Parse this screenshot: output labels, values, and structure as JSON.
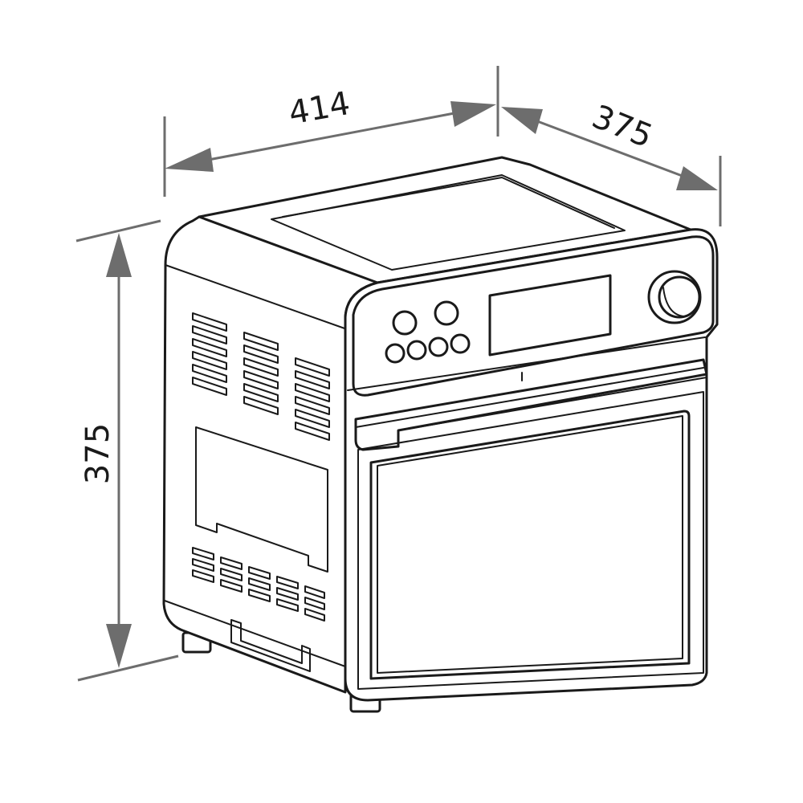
{
  "diagram": {
    "dimensions": {
      "width_label": "414",
      "depth_label": "375",
      "height_label": "375"
    },
    "colors": {
      "outline": "#1a1a1a",
      "dimension": "#6d6d6d",
      "background": "#ffffff"
    },
    "front_panel": {
      "button_count": 6,
      "has_display": true,
      "has_knob": true
    },
    "side_vents": {
      "upper_groups": 3,
      "lower_groups": 5
    }
  }
}
